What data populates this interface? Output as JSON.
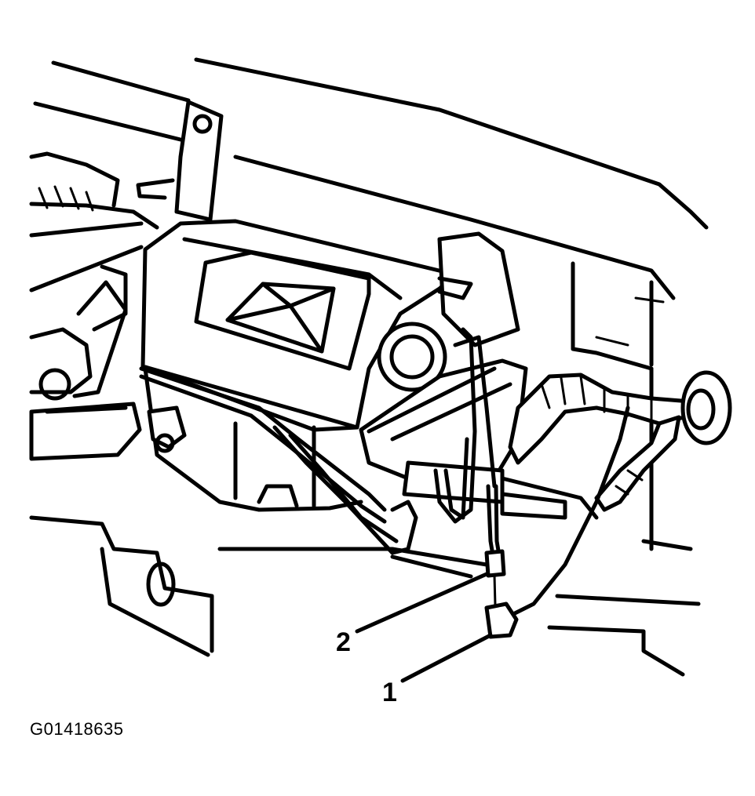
{
  "figure": {
    "id": "G01418635",
    "callouts": [
      {
        "number": "1"
      },
      {
        "number": "2"
      }
    ]
  },
  "colors": {
    "line": "#000000",
    "background": "#ffffff"
  }
}
